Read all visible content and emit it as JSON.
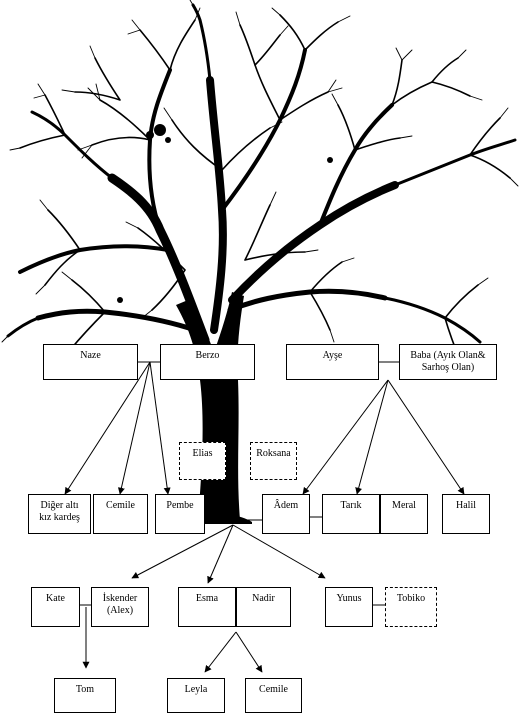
{
  "diagram": {
    "type": "family-tree",
    "background_image": "bare-tree-silhouette",
    "colors": {
      "line": "#000000",
      "box_fill": "#ffffff",
      "tree": "#000000"
    },
    "nodes": {
      "naze": "Naze",
      "berzo": "Berzo",
      "ayse": "Ayşe",
      "baba_line1": "Baba (Ayık Olan&",
      "baba_line2": "Sarhoş Olan)",
      "elias": "Elias",
      "roksana": "Roksana",
      "diger_line1": "Diğer altı",
      "diger_line2": "kız kardeş",
      "cemile_top": "Cemile",
      "pembe": "Pembe",
      "adem": "Âdem",
      "tarik": "Tarık",
      "meral": "Meral",
      "halil": "Halil",
      "kate": "Kate",
      "iskender_line1": "İskender",
      "iskender_line2": "(Alex)",
      "esma": "Esma",
      "nadir": "Nadir",
      "yunus": "Yunus",
      "tobiko": "Tobiko",
      "tom": "Tom",
      "leyla": "Leyla",
      "cemile_bottom": "Cemile"
    }
  }
}
